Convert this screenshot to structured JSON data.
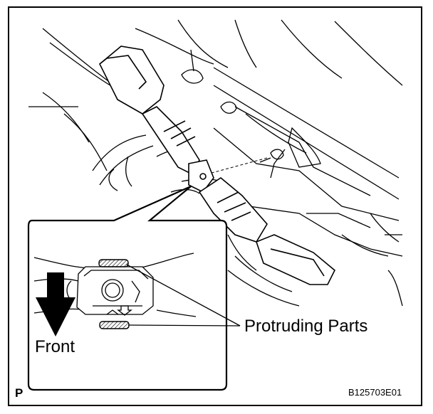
{
  "labels": {
    "protruding_parts": "Protruding Parts",
    "front": "Front",
    "page_marker": "P",
    "figure_code": "B125703E01"
  },
  "colors": {
    "line": "#000000",
    "background": "#ffffff"
  },
  "icons": {
    "front_arrow": "arrow-down-icon",
    "hatch": "hatched-protrusion"
  }
}
